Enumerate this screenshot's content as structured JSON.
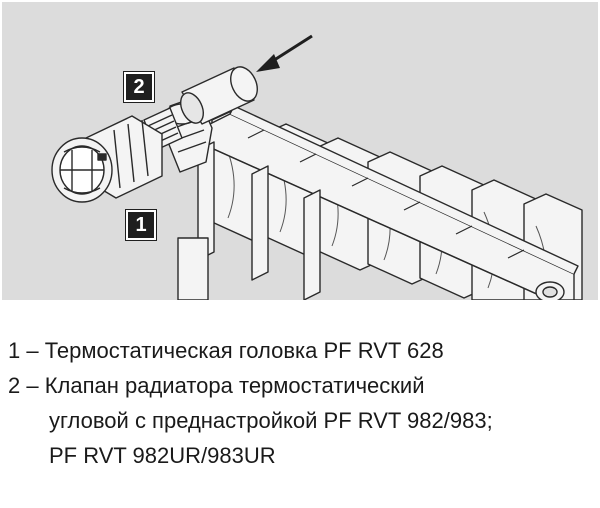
{
  "figure": {
    "labels": [
      {
        "id": "2",
        "text": "2"
      },
      {
        "id": "1",
        "text": "1"
      }
    ],
    "background_color": "#dcdcdc",
    "line_color": "#2a2a2a",
    "fill_color": "#f4f4f4"
  },
  "captions": {
    "line1": "1 – Термостатическая головка PF RVT 628",
    "line2": "2 – Клапан радиатора термостатический",
    "line3": "угловой с преднастройкой PF RVT 982/983;",
    "line4": "PF RVT 982UR/983UR"
  }
}
